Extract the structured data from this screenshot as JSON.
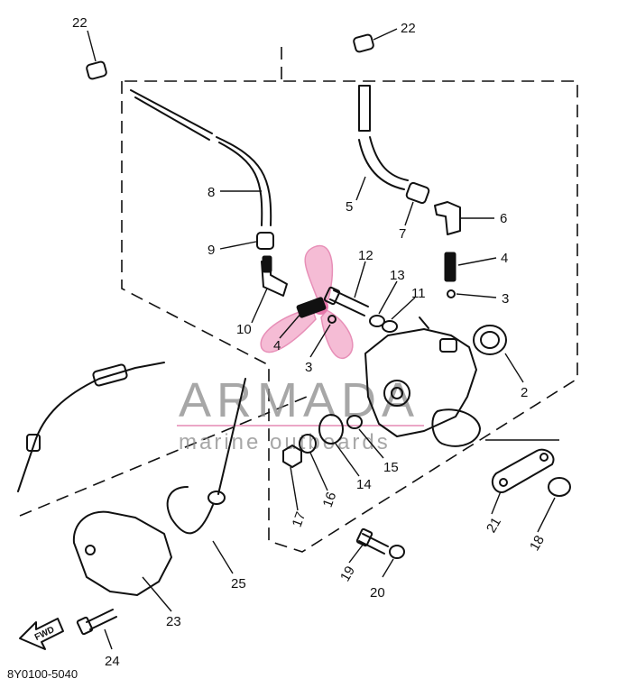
{
  "diagram": {
    "drawing_code": "8Y0100-5040",
    "watermark": {
      "brand": "ARMADA",
      "tagline": "marine outboards"
    },
    "direction_label": "FWD",
    "callouts": [
      {
        "id": "c22a",
        "label": "22"
      },
      {
        "id": "c22b",
        "label": "22"
      },
      {
        "id": "c8",
        "label": "8"
      },
      {
        "id": "c9",
        "label": "9"
      },
      {
        "id": "c10",
        "label": "10"
      },
      {
        "id": "c4a",
        "label": "4"
      },
      {
        "id": "c3a",
        "label": "3"
      },
      {
        "id": "c12",
        "label": "12"
      },
      {
        "id": "c13",
        "label": "13"
      },
      {
        "id": "c11",
        "label": "11"
      },
      {
        "id": "c5",
        "label": "5"
      },
      {
        "id": "c7",
        "label": "7"
      },
      {
        "id": "c6",
        "label": "6"
      },
      {
        "id": "c4b",
        "label": "4"
      },
      {
        "id": "c3b",
        "label": "3"
      },
      {
        "id": "c2",
        "label": "2"
      },
      {
        "id": "c15",
        "label": "15"
      },
      {
        "id": "c14",
        "label": "14"
      },
      {
        "id": "c16",
        "label": "16"
      },
      {
        "id": "c17",
        "label": "17"
      },
      {
        "id": "c21",
        "label": "21"
      },
      {
        "id": "c18",
        "label": "18"
      },
      {
        "id": "c19",
        "label": "19"
      },
      {
        "id": "c20",
        "label": "20"
      },
      {
        "id": "c25",
        "label": "25"
      },
      {
        "id": "c23",
        "label": "23"
      },
      {
        "id": "c24",
        "label": "24"
      }
    ]
  }
}
